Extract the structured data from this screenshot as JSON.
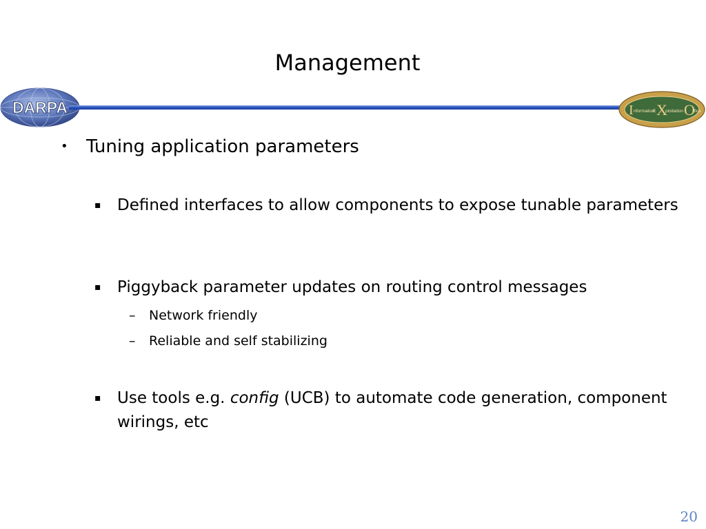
{
  "slide": {
    "title": "Management",
    "page_number": "20"
  },
  "logos": {
    "darpa": {
      "text": "DARPA",
      "icon": "darpa-globe-logo"
    },
    "ixo": {
      "icon": "ixo-seal-logo",
      "letters": [
        "I",
        "X",
        "O"
      ],
      "words": [
        "nformation",
        "E",
        "ploitation",
        "ffice"
      ]
    }
  },
  "content": {
    "bullet_1": "Tuning application parameters",
    "sub_1": "Defined interfaces to allow components to expose tunable parameters",
    "sub_2": "Piggyback parameter updates on routing control messages",
    "sub_2_items": [
      "Network friendly",
      "Reliable and self stabilizing"
    ],
    "sub_3_prefix": "Use tools e.g. ",
    "sub_3_italic": "config",
    "sub_3_suffix": " (UCB) to automate code generation, component wirings, etc"
  },
  "markers": {
    "bullet": "•",
    "square": "▪",
    "dash": "–"
  },
  "colors": {
    "header_bar": "#2f58c4",
    "page_number": "#5b84c6",
    "darpa_globe": "#5a74b8",
    "ixo_gold": "#c9a04a",
    "ixo_green": "#3f6a3a"
  }
}
